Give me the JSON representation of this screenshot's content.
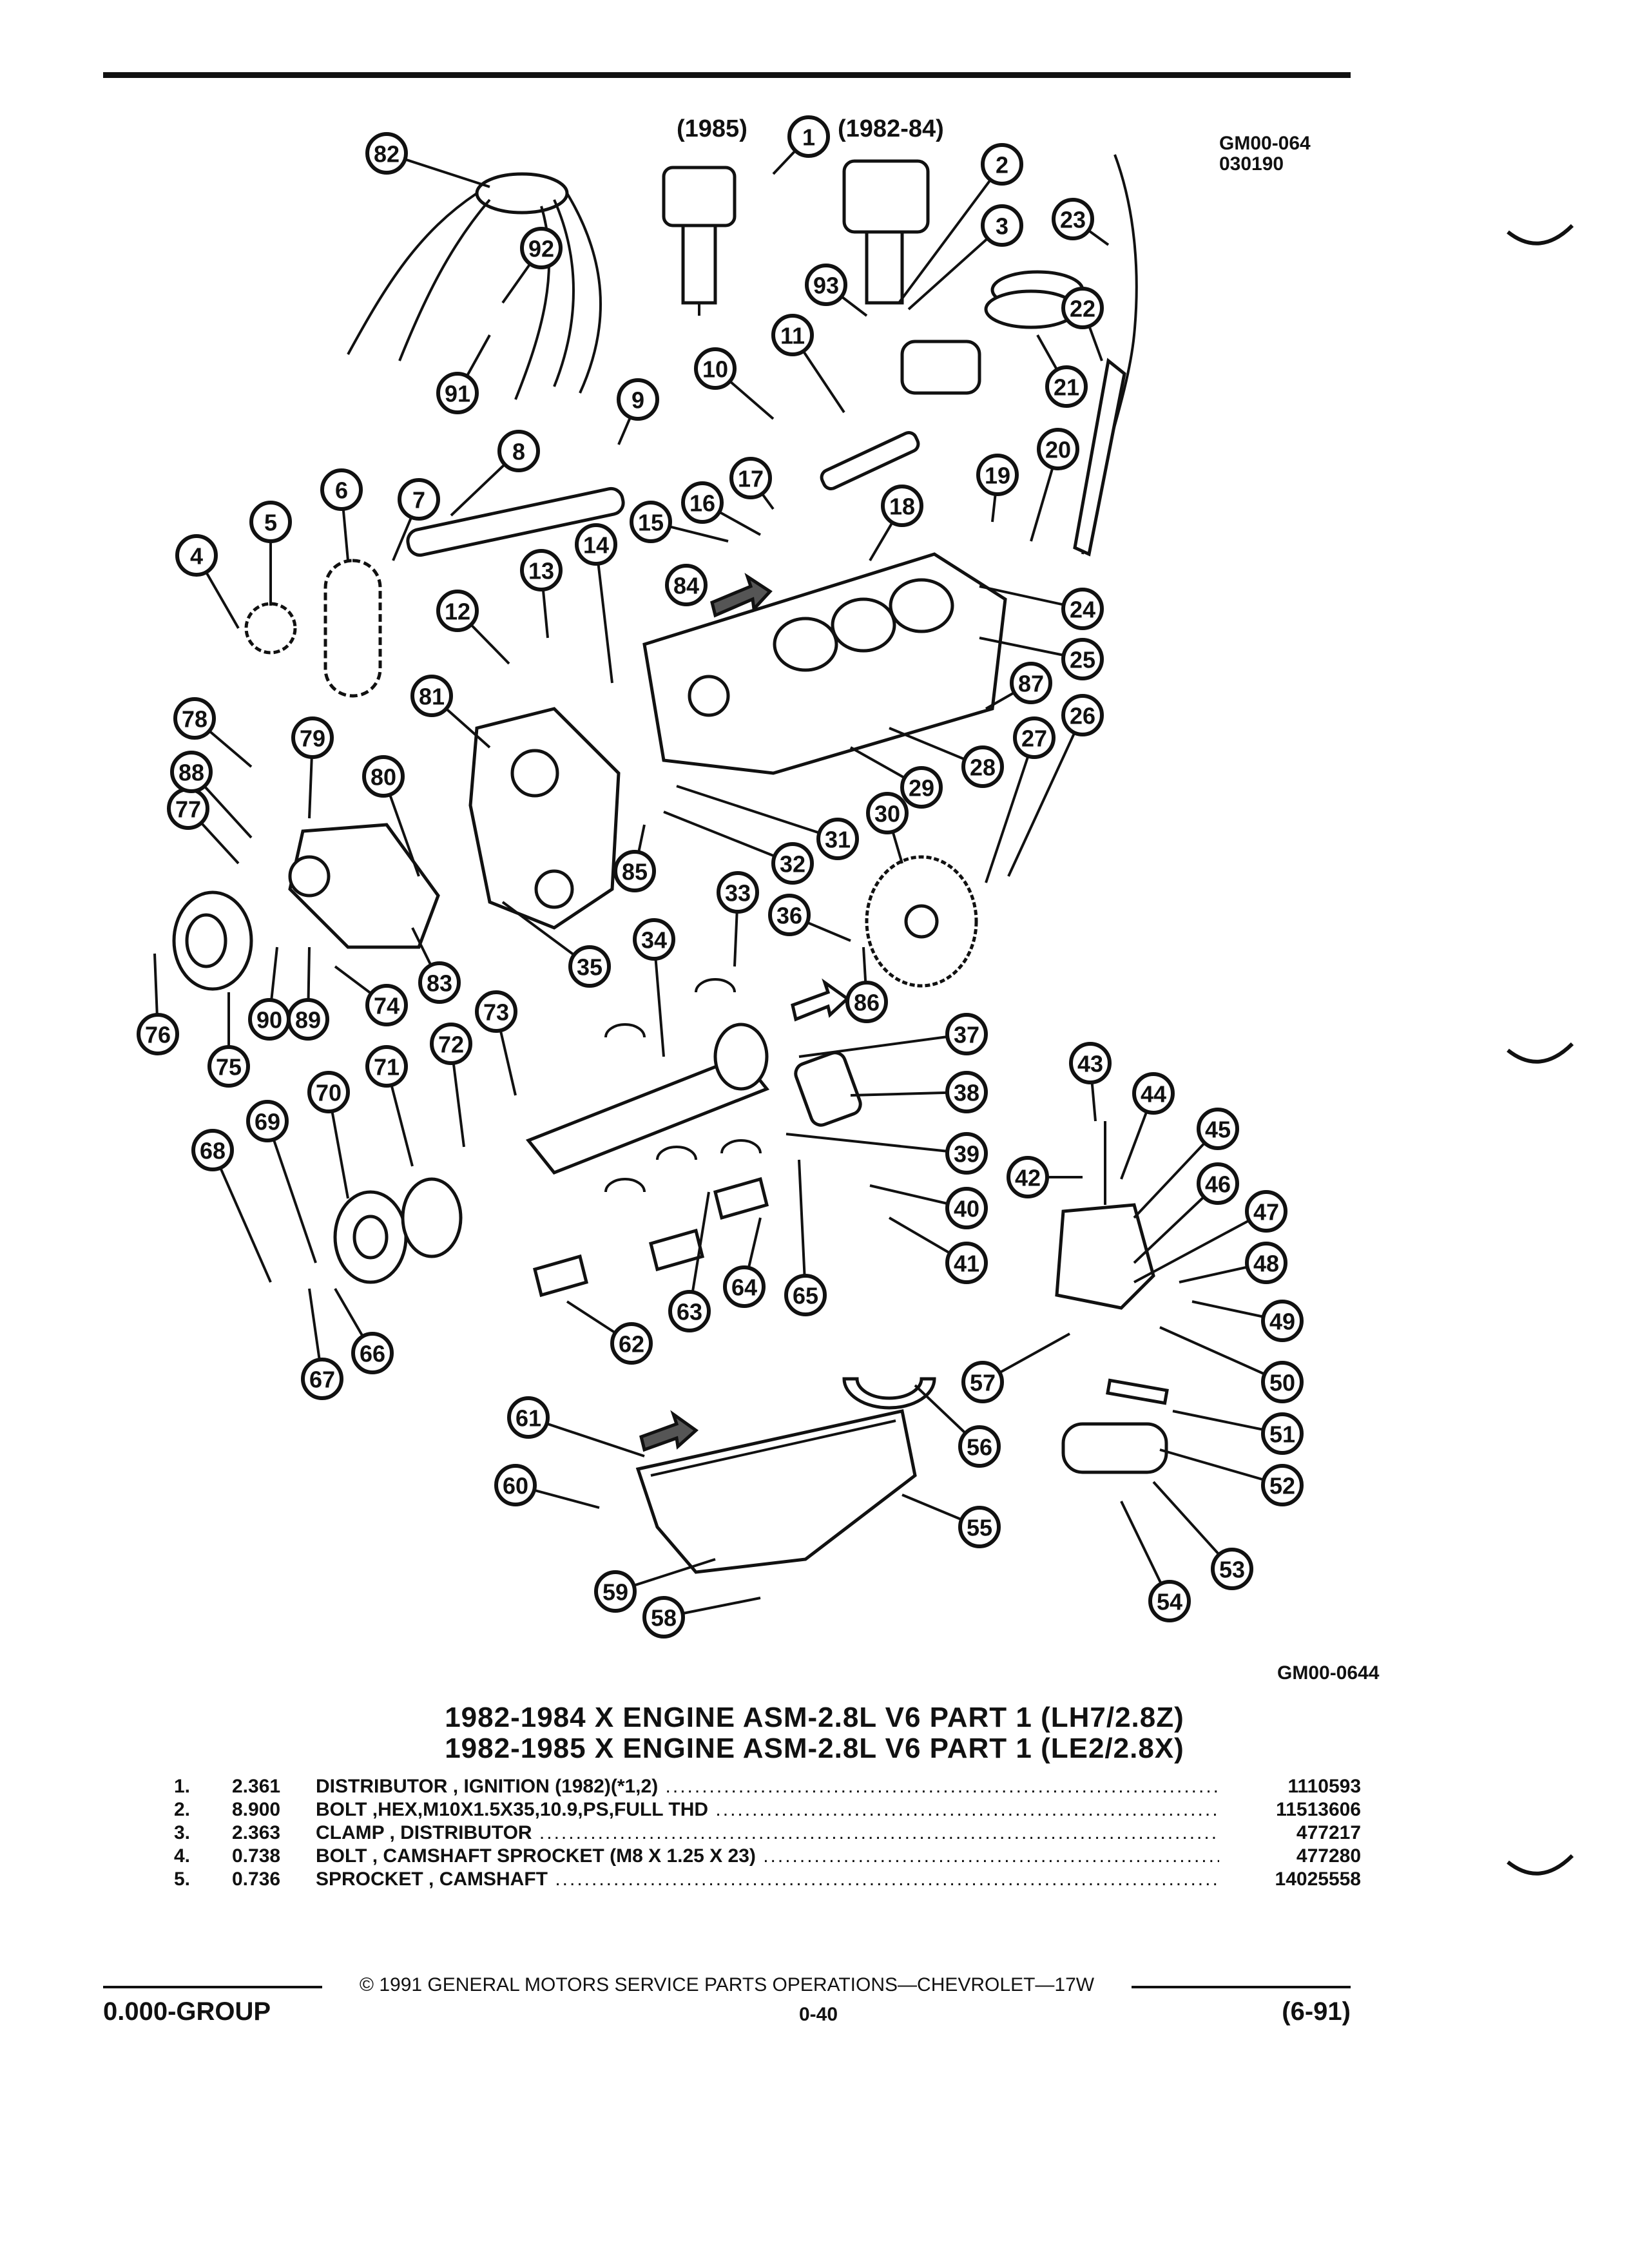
{
  "figure": {
    "id_top": "GM00-064",
    "date_code": "030190",
    "id_bottom": "GM00-0644",
    "year_1985": "(1985)",
    "year_1982_84": "(1982-84)"
  },
  "callouts": [
    "1",
    "2",
    "3",
    "4",
    "5",
    "6",
    "7",
    "8",
    "9",
    "10",
    "11",
    "12",
    "13",
    "14",
    "15",
    "16",
    "17",
    "18",
    "19",
    "20",
    "21",
    "22",
    "23",
    "24",
    "25",
    "26",
    "27",
    "28",
    "29",
    "30",
    "31",
    "32",
    "33",
    "34",
    "35",
    "36",
    "37",
    "38",
    "39",
    "40",
    "41",
    "42",
    "43",
    "44",
    "45",
    "46",
    "47",
    "48",
    "49",
    "50",
    "51",
    "52",
    "53",
    "54",
    "55",
    "56",
    "57",
    "58",
    "59",
    "60",
    "61",
    "62",
    "63",
    "64",
    "65",
    "66",
    "67",
    "68",
    "69",
    "70",
    "71",
    "72",
    "73",
    "74",
    "75",
    "76",
    "77",
    "78",
    "79",
    "80",
    "81",
    "82",
    "83",
    "84",
    "85",
    "86",
    "87",
    "88",
    "89",
    "90",
    "91",
    "92",
    "93"
  ],
  "titles": {
    "line1": "1982-1984 X ENGINE ASM-2.8L V6 PART 1 (LH7/2.8Z)",
    "line2": "1982-1985 X ENGINE ASM-2.8L V6 PART 1 (LE2/2.8X)"
  },
  "parts": [
    {
      "num": "1.",
      "qty": "2.361",
      "desc": "DISTRIBUTOR , IGNITION (1982)(*1,2)",
      "part": "1110593"
    },
    {
      "num": "2.",
      "qty": "8.900",
      "desc": "BOLT ,HEX,M10X1.5X35,10.9,PS,FULL THD",
      "part": "11513606"
    },
    {
      "num": "3.",
      "qty": "2.363",
      "desc": "CLAMP , DISTRIBUTOR",
      "part": "477217"
    },
    {
      "num": "4.",
      "qty": "0.738",
      "desc": "BOLT , CAMSHAFT SPROCKET (M8 X 1.25 X 23)",
      "part": "477280"
    },
    {
      "num": "5.",
      "qty": "0.736",
      "desc": "SPROCKET , CAMSHAFT",
      "part": "14025558"
    }
  ],
  "footer": {
    "copyright": "© 1991 GENERAL MOTORS SERVICE PARTS OPERATIONS—CHEVROLET—17W",
    "group": "0.000-GROUP",
    "page": "0-40",
    "edition": "(6-91)"
  }
}
